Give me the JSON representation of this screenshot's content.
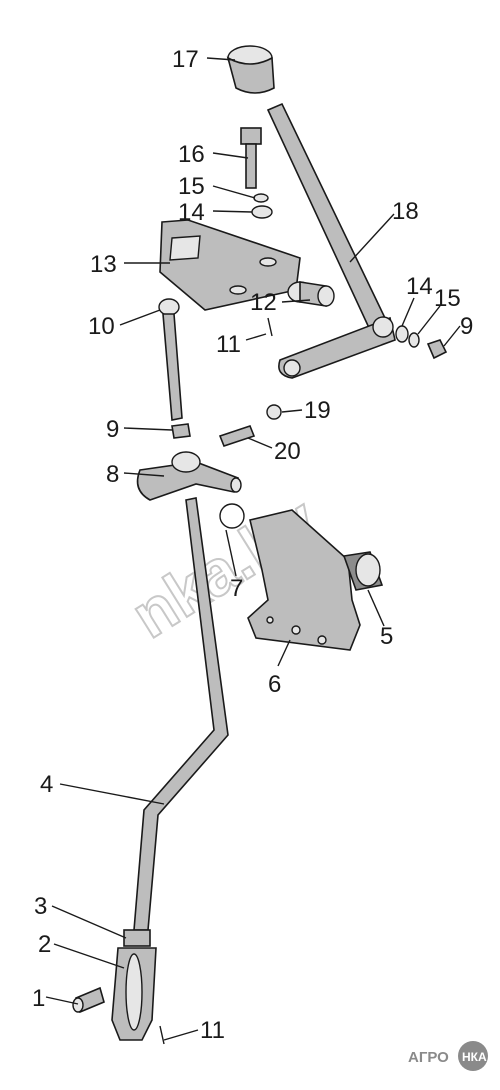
{
  "callouts": [
    "1",
    "2",
    "3",
    "4",
    "5",
    "6",
    "7",
    "8",
    "9",
    "10",
    "11",
    "12",
    "13",
    "14",
    "15",
    "16",
    "17",
    "18",
    "19",
    "20"
  ],
  "labels": {
    "l17": "17",
    "l16": "16",
    "l15a": "15",
    "l14a": "14",
    "l13": "13",
    "l18": "18",
    "l14b": "14",
    "l15b": "15",
    "l9a": "9",
    "l12": "12",
    "l11a": "11",
    "l10": "10",
    "l19": "19",
    "l9b": "9",
    "l20": "20",
    "l8": "8",
    "l7": "7",
    "l5": "5",
    "l6": "6",
    "l4": "4",
    "l3": "3",
    "l2": "2",
    "l1": "1",
    "l11b": "11"
  },
  "watermark": "nka.by",
  "brand": {
    "left": "АГРО",
    "right": "НКА"
  },
  "colors": {
    "line": "#1a1a1a",
    "fill": "#bdbdbd",
    "watermark": "#c8c8c8"
  }
}
